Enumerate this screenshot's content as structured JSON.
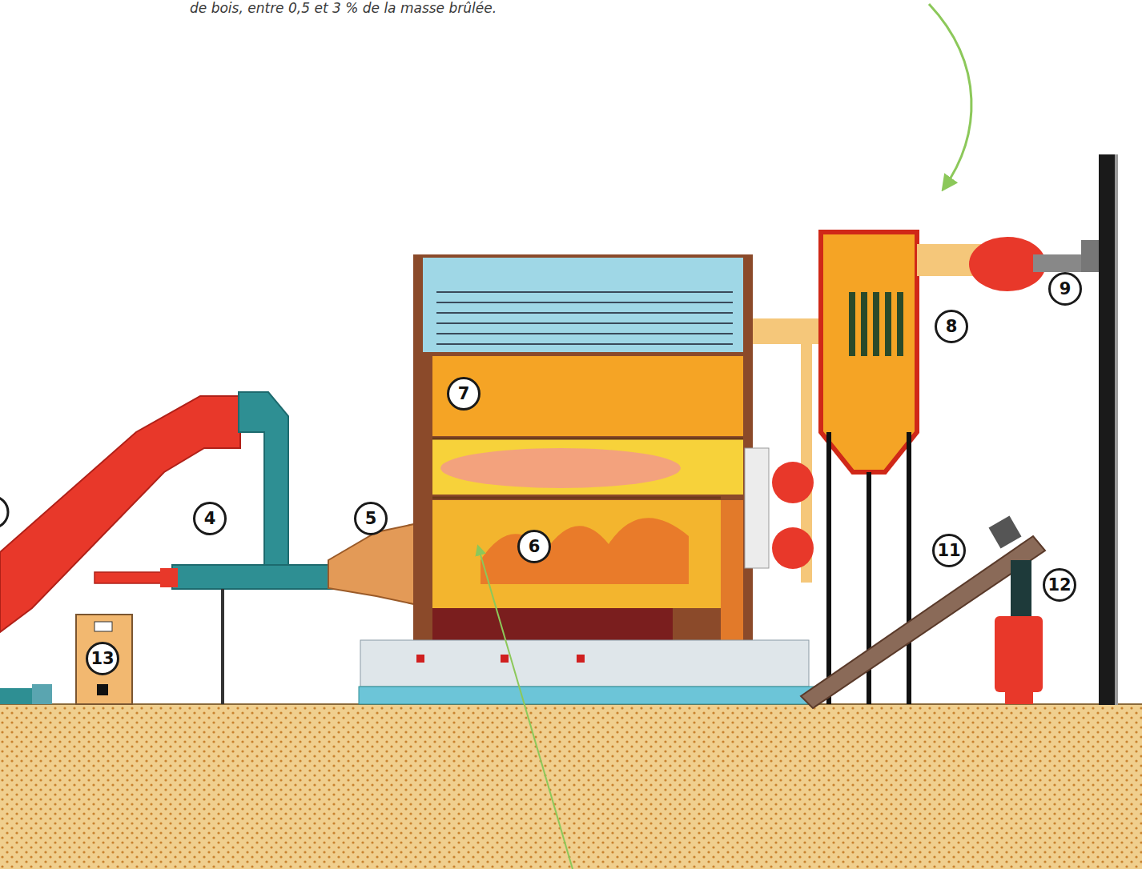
{
  "diagram": {
    "nodes": [
      {
        "text": [
          "4"
        ]
      },
      {
        "text": [
          "5"
        ]
      },
      {
        "text": [
          "6"
        ]
      },
      {
        "text": [
          "7"
        ]
      },
      {
        "text": [
          "8"
        ]
      },
      {
        "text": [
          "9"
        ]
      },
      {
        "text": [
          "11"
        ]
      },
      {
        "text": [
          "12"
        ]
      },
      {
        "text": [
          "13"
        ]
      }
    ],
    "labels": [
      "de bois, entre 0,5 et 3 % de la masse brûlée."
    ]
  }
}
